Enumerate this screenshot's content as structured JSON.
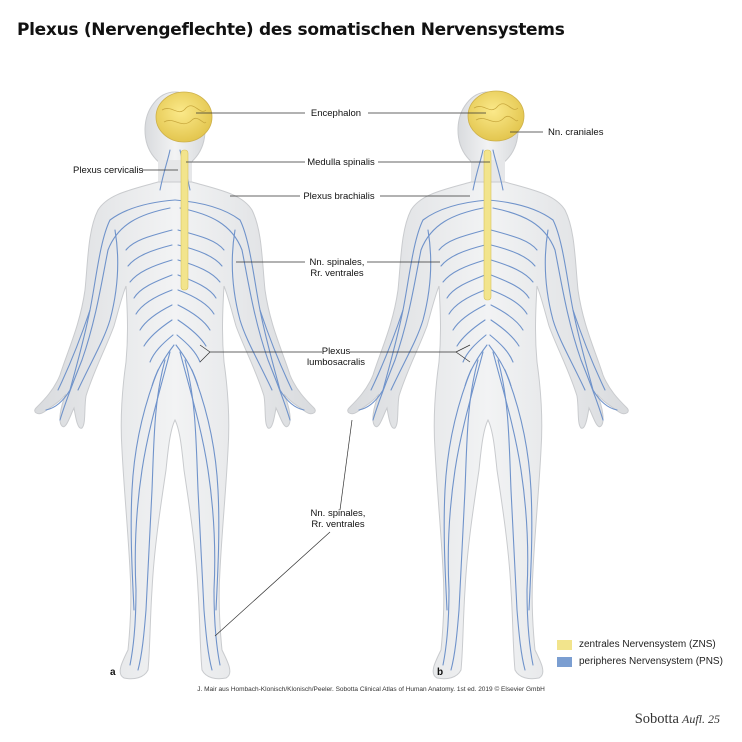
{
  "title": "Plexus (Nervengeflechte) des somatischen Nervensystems",
  "labels": {
    "encephalon": "Encephalon",
    "nn_craniales": "Nn. craniales",
    "plexus_cervicalis": "Plexus cervicalis",
    "medulla_spinalis": "Medulla spinalis",
    "plexus_brachialis": "Plexus brachialis",
    "nn_spinales_ventrales_1a": "Nn. spinales,",
    "nn_spinales_ventrales_1b": "Rr. ventrales",
    "plexus_lumbosacralis_a": "Plexus",
    "plexus_lumbosacralis_b": "lumbosacralis",
    "nn_spinales_ventrales_2a": "Nn. spinales,",
    "nn_spinales_ventrales_2b": "Rr. ventrales"
  },
  "panels": {
    "a": "a",
    "b": "b"
  },
  "legend": [
    {
      "label": "zentrales Nervensystem (ZNS)",
      "color": "#f2e48c"
    },
    {
      "label": "peripheres Nervensystem (PNS)",
      "color": "#7b9ed1"
    }
  ],
  "credit": "J. Mair aus Hombach-Klonisch/Klonisch/Peeler. Sobotta Clinical Atlas of Human Anatomy. 1st ed. 2019 © Elsevier GmbH",
  "brand": {
    "name": "Sobotta",
    "edition": "Aufl. 25"
  },
  "colors": {
    "cns": "#f2e48c",
    "pns": "#6a8fc9",
    "body": "#e9eaec",
    "body_outline": "#c7c9cd"
  }
}
